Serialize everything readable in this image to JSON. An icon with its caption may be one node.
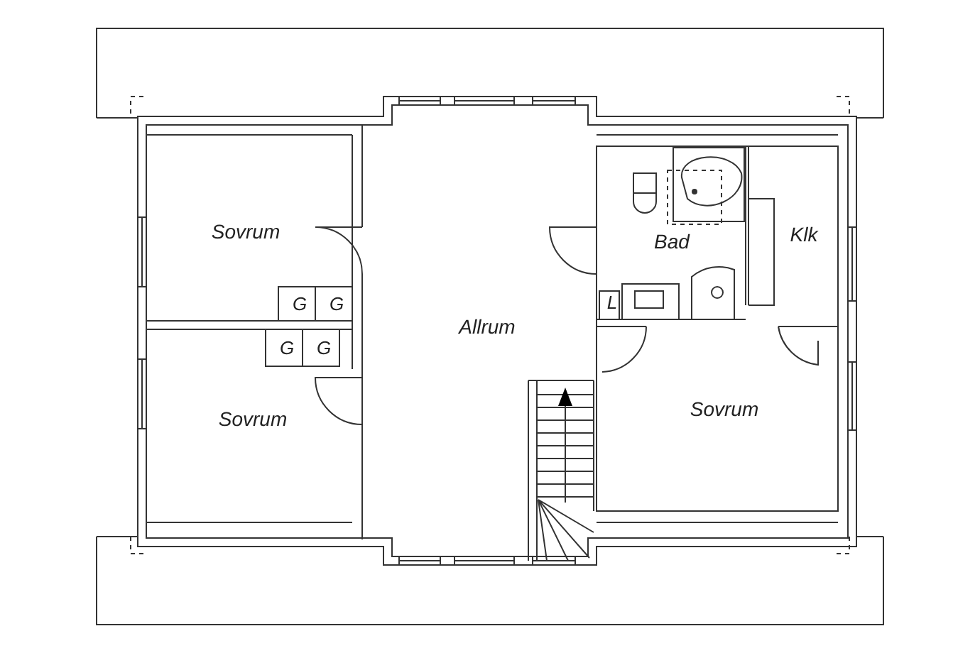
{
  "diagram": {
    "labels": [
      "Sovrum",
      "Bad",
      "Klk",
      "G",
      "G",
      "L",
      "Allrum",
      "G",
      "G",
      "Sovrum",
      "Sovrum"
    ]
  }
}
